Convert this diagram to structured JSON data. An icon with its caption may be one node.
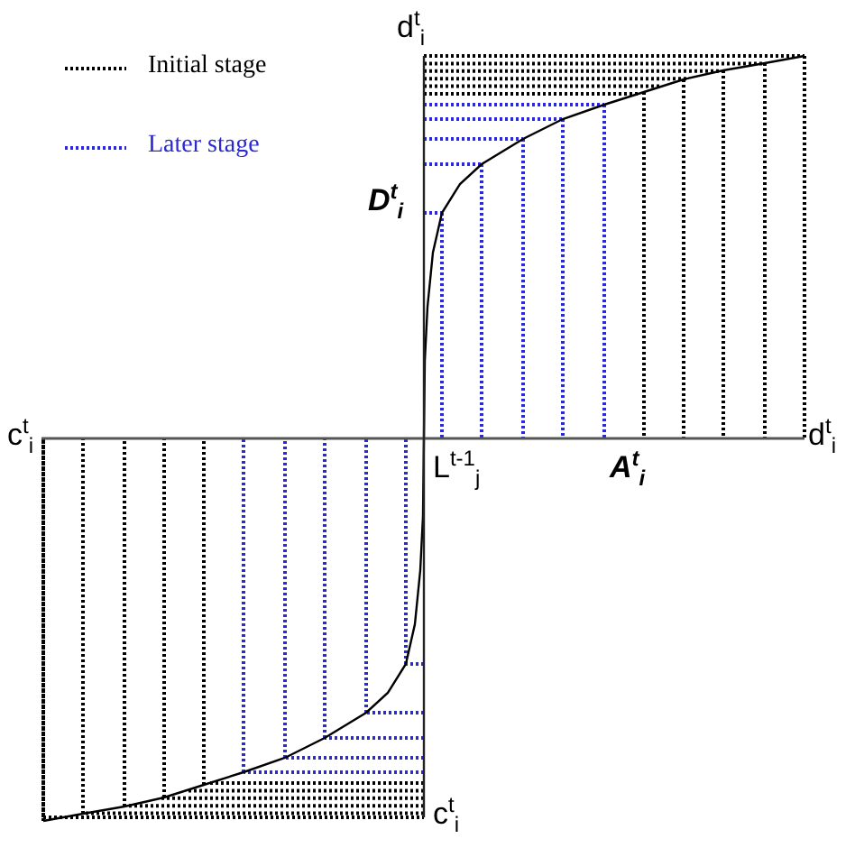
{
  "diagram": {
    "labels": [
      "d$^{t}$$_{i}$",
      "D$^{t}$$_{i}$",
      "c$^{t}$$_{i}$",
      "d$^{t}$$_{i}$",
      "L$^{t-1}$$_{j}$",
      "A$^{t}$$_{i}$",
      "c$^{t}$$_{i}$"
    ],
    "legend": [
      {
        "text": "Initial stage"
      },
      {
        "text": "Later stage"
      }
    ]
  }
}
